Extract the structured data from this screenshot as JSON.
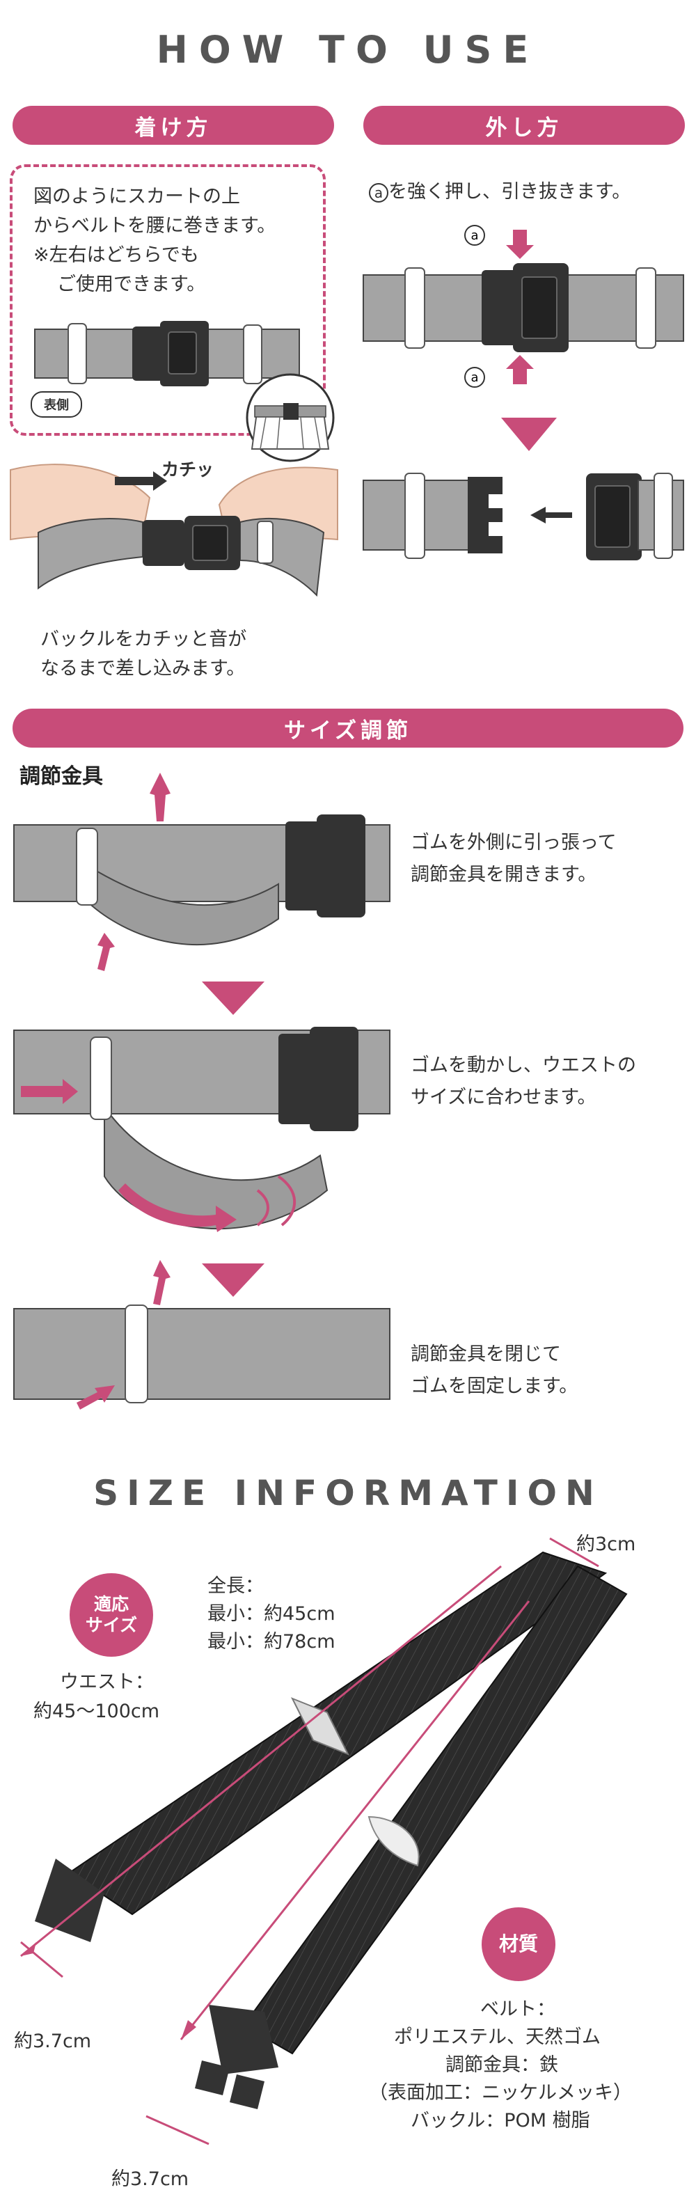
{
  "how_to_use": {
    "title": "HOW TO USE",
    "put_on": {
      "label": "着け方",
      "instruction_lines": [
        "図のようにスカートの上",
        "からベルトを腰に巻きます。",
        "※左右はどちらでも",
        "ご使用できます。"
      ],
      "front_side_tag": "表側",
      "click_sound": "カチッ",
      "buckle_lines": [
        "バックルをカチッと音が",
        "なるまで差し込みます。"
      ]
    },
    "take_off": {
      "label": "外し方",
      "marker": "a",
      "instruction": "を強く押し、引き抜きます。"
    }
  },
  "size_adjust": {
    "label": "サイズ調節",
    "fitting_label": "調節金具",
    "step1_lines": [
      "ゴムを外側に引っ張って",
      "調節金具を開きます。"
    ],
    "step2_lines": [
      "ゴムを動かし、ウエストの",
      "サイズに合わせます。"
    ],
    "step3_lines": [
      "調節金具を閉じて",
      "ゴムを固定します。"
    ]
  },
  "size_info": {
    "title": "SIZE INFORMATION",
    "fit_badge_lines": [
      "適応",
      "サイズ"
    ],
    "waist_lines": [
      "ウエスト：",
      "約45〜100cm"
    ],
    "length_lines": [
      "全長：",
      "最小：約45cm",
      "最小：約78cm"
    ],
    "width_top": "約3cm",
    "width_left": "約3.7cm",
    "width_bottom": "約3.7cm",
    "material_badge": "材質",
    "material_lines": [
      "ベルト：",
      "ポリエステル、天然ゴム",
      "調節金具：鉄",
      "（表面加工：ニッケルメッキ）",
      "バックル：POM 樹脂"
    ]
  },
  "colors": {
    "accent": "#c84c79",
    "belt_gray": "#a4a4a4",
    "buckle": "#333333",
    "belt_black": "#2b2b2b"
  }
}
